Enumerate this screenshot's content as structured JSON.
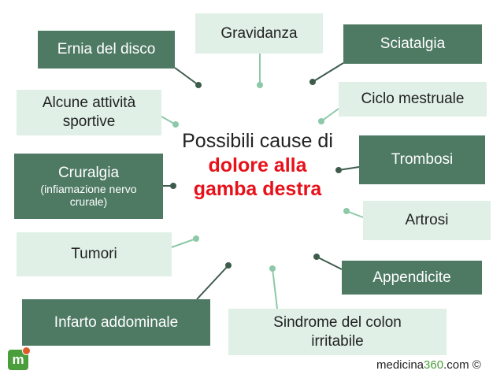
{
  "center": {
    "line1": "Possibili cause di",
    "line2": "dolore alla",
    "line3": "gamba destra"
  },
  "causes": [
    {
      "label": "Ernia del disco"
    },
    {
      "label": "Gravidanza"
    },
    {
      "label": "Sciatalgia"
    },
    {
      "label": "Alcune attività",
      "label2": "sportive"
    },
    {
      "label": "Ciclo mestruale"
    },
    {
      "label": "Cruralgia",
      "sub1": "(infiamazione nervo",
      "sub2": "crurale)"
    },
    {
      "label": "Trombosi"
    },
    {
      "label": "Artrosi"
    },
    {
      "label": "Tumori"
    },
    {
      "label": "Appendicite"
    },
    {
      "label": "Infarto addominale"
    },
    {
      "label": "Sindrome del colon",
      "label2": "irritabile"
    }
  ],
  "logo": {
    "letter": "m"
  },
  "footer": {
    "site": "medicina",
    "num": "360",
    "suffix": ".com ©"
  },
  "colors": {
    "dark_box": "#4e7a64",
    "light_box": "#e0f0e7",
    "accent_red": "#e8111a",
    "brand_green": "#4a9e3b"
  }
}
